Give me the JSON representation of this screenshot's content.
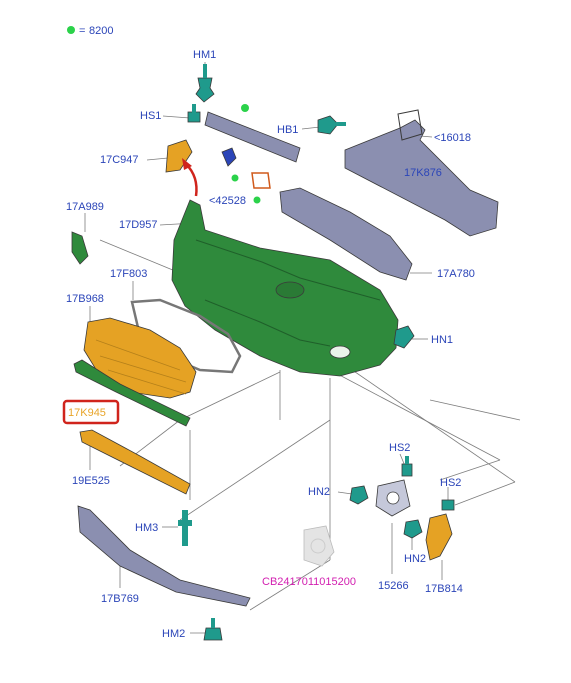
{
  "legend": {
    "dot_color": "#2bd24a",
    "code": "8200"
  },
  "labels": {
    "hm1": "HM1",
    "hs1": "HS1",
    "hb1": "HB1",
    "n16018": "<16018",
    "c17c947": "17C947",
    "c17k876": "17K876",
    "n42528": "<42528",
    "c17a989": "17A989",
    "c17d957": "17D957",
    "c17f803": "17F803",
    "c17a780": "17A780",
    "c17b968": "17B968",
    "hn1": "HN1",
    "c17k945": "17K945",
    "hs2_top": "HS2",
    "c19e525": "19E525",
    "hn2_left": "HN2",
    "hs2_right": "HS2",
    "hm3": "HM3",
    "hn2_bottom": "HN2",
    "cb": "CB2417011015200",
    "c15266": "15266",
    "c17b814": "17B814",
    "c17b769": "17B769",
    "hm2": "HM2"
  },
  "colors": {
    "label_blue": "#2b45b8",
    "label_magenta": "#d21fb0",
    "highlight_red": "#d0241c",
    "bumper_green": "#2f8a3c",
    "grille_orange": "#e5a224",
    "bracket_gray": "#8b8fb0",
    "clip_teal": "#1f9a8c"
  }
}
